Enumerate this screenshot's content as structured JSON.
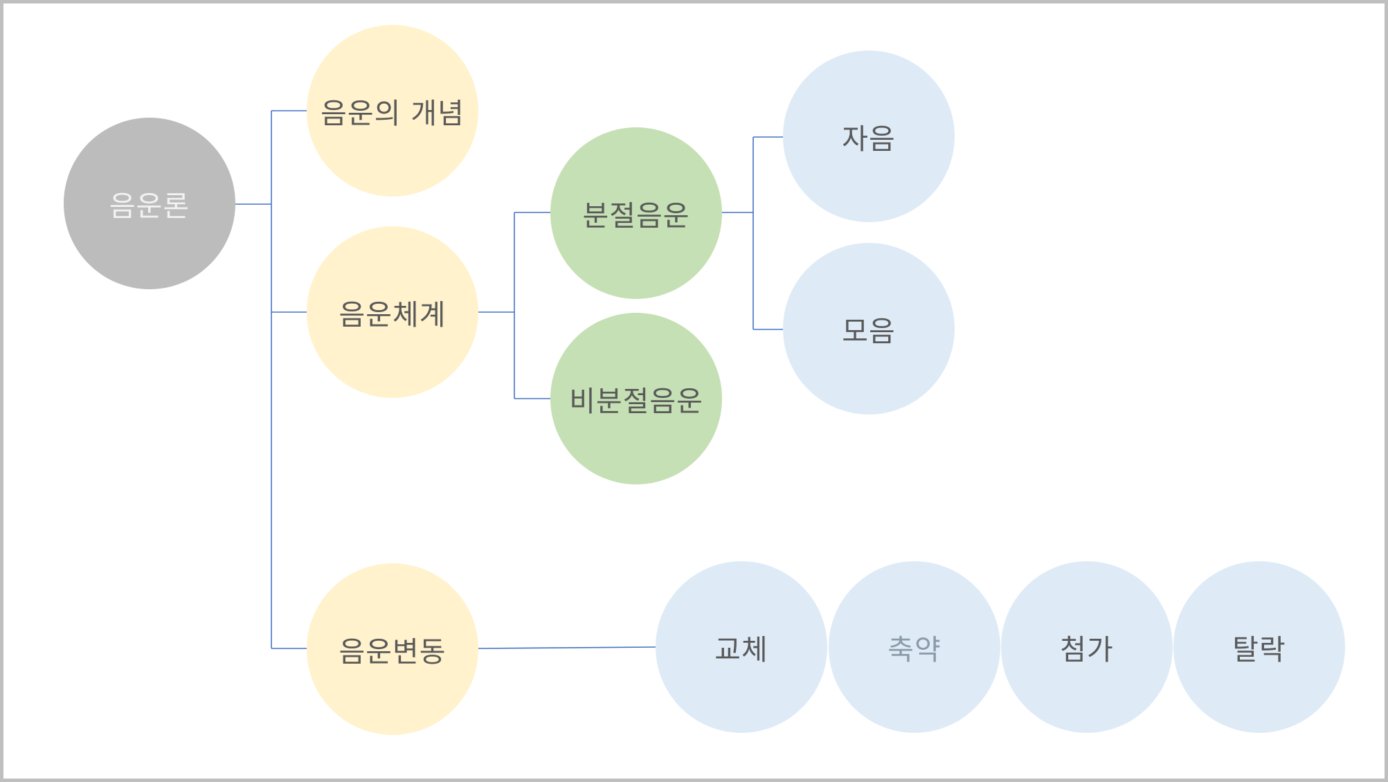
{
  "colors": {
    "border": "#bfbfbf",
    "connector": "#4472c4",
    "root_fill": "#bcbcbc",
    "level1_fill": "#fff2cc",
    "level2_fill": "#c5e0b4",
    "level3_fill": "#deebf7",
    "text": "#595959",
    "root_text": "#f2f2f2"
  },
  "diagram": {
    "root": {
      "label": "음운론"
    },
    "level1": {
      "concept": "음운의 개념",
      "system": "음운체계",
      "change": "음운변동"
    },
    "system_children": {
      "segmental": "분절음운",
      "suprasegmental": "비분절음운"
    },
    "segmental_children": {
      "consonant": "자음",
      "vowel": "모음"
    },
    "change_children": {
      "alternation": "교체",
      "contraction": "축약",
      "addition": "첨가",
      "deletion": "탈락"
    }
  }
}
